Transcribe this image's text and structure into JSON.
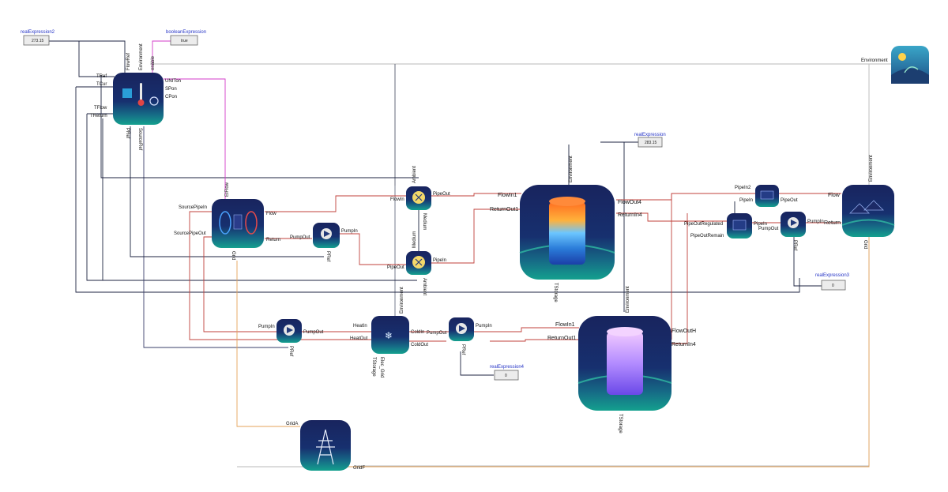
{
  "blocks": {
    "control_unit": {
      "inputs": [
        "TRef",
        "TCur",
        "TFlow",
        "TReturn"
      ],
      "top_labels": [
        "FlowRef",
        "Environment",
        "enable"
      ],
      "outputs": [
        "UNITon",
        "SPon",
        "CPon"
      ],
      "bottom_labels": [
        "PRef",
        "SourceRef"
      ]
    },
    "heatpump": {
      "left": [
        "SourcePipeIn",
        "SourcePipeOut"
      ],
      "right": [
        "Flow",
        "Return"
      ],
      "top": "ElFlow",
      "bottom": "Grid"
    },
    "pump_upper": {
      "labels": [
        "PumpOut",
        "PumpIn",
        "PRef"
      ]
    },
    "mixer_top": {
      "labels": [
        "FlowIn",
        "PipeOut",
        "Medium",
        "Ambient"
      ]
    },
    "mixer_bottom": {
      "labels": [
        "PipeOut",
        "PipeIn",
        "Ambient",
        "Medium"
      ]
    },
    "storage_hot": {
      "labels": [
        "FlowIn1",
        "ReturnOut1",
        "FlowOut4",
        "ReturnIn4",
        "Environment",
        "TStorage"
      ]
    },
    "storage_cold": {
      "labels": [
        "FlowIn1",
        "ReturnOut1",
        "FlowOutH",
        "ReturnIn4",
        "Environment",
        "TStorage"
      ]
    },
    "house": {
      "labels": [
        "Flow",
        "Return",
        "Environment",
        "Grid"
      ]
    },
    "valve_top": {
      "labels": [
        "PipeIn2",
        "PipeOut",
        "PipeIn"
      ]
    },
    "valve_mid": {
      "labels": [
        "PipeOutRegulated",
        "PipeOutRemain",
        "PipeIn"
      ]
    },
    "pump_right": {
      "labels": [
        "PumpOut",
        "PumpIn",
        "PRef"
      ]
    },
    "pump_lower_left": {
      "labels": [
        "PumpIn",
        "PumpOut",
        "PRef"
      ]
    },
    "chiller": {
      "labels": [
        "HeatIn",
        "HeatOut",
        "ColdIn",
        "ColdOut",
        "Environment",
        "TStorage",
        "Elec_Grid"
      ]
    },
    "pump_lower_right": {
      "labels": [
        "PumpOut",
        "PumpIn",
        "PRef"
      ]
    },
    "grid": {
      "labels": [
        "GridA",
        "GridF"
      ]
    },
    "environment": {
      "label": "Environment"
    }
  },
  "expressions": {
    "real2": {
      "name": "realExpression2",
      "value": "273.15"
    },
    "boolean": {
      "name": "booleanExpression",
      "value": "true"
    },
    "real_top": {
      "name": "realExpression",
      "value": "283.15"
    },
    "real3": {
      "name": "realExpression3",
      "value": "0"
    },
    "real4": {
      "name": "realExpression4",
      "value": "0"
    }
  },
  "colors": {
    "block_dark": "#162a66",
    "block_teal": "#138e8a",
    "wire_dark": "#1c2340",
    "wire_red": "#c0413b",
    "wire_magenta": "#d33bc9",
    "wire_orange": "#e5a35a",
    "wire_gray": "#9a9a9a"
  }
}
